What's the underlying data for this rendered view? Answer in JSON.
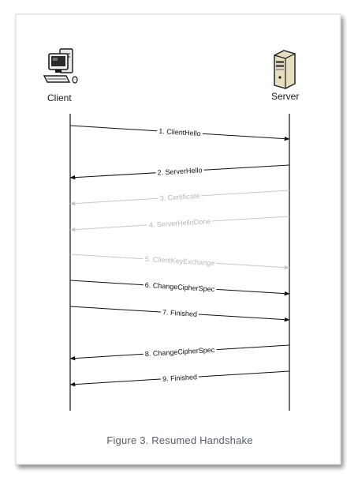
{
  "actors": {
    "client": "Client",
    "server": "Server"
  },
  "messages": [
    {
      "label": "1. ClientHello",
      "direction": "client-to-server",
      "faded": false
    },
    {
      "label": "2. ServerHello",
      "direction": "server-to-client",
      "faded": false
    },
    {
      "label": "3. Certificate",
      "direction": "server-to-client",
      "faded": true
    },
    {
      "label": "4. ServerHelloDone",
      "direction": "server-to-client",
      "faded": true
    },
    {
      "label": "5. ClientKeyExchange",
      "direction": "client-to-server",
      "faded": true
    },
    {
      "label": "6. ChangeCipherSpec",
      "direction": "client-to-server",
      "faded": false
    },
    {
      "label": "7. Finished",
      "direction": "client-to-server",
      "faded": false
    },
    {
      "label": "8. ChangeCipherSpec",
      "direction": "server-to-client",
      "faded": false
    },
    {
      "label": "9. Finished",
      "direction": "server-to-client",
      "faded": false
    }
  ],
  "caption": "Figure 3. Resumed Handshake",
  "colors": {
    "active_line": "#111111",
    "faded_line": "#c4c8cc",
    "active_text": "#111111",
    "faded_text": "#b4b8bc",
    "caption": "#555c66"
  },
  "icons": {
    "client": "desktop-computer-icon",
    "server": "server-tower-icon"
  }
}
